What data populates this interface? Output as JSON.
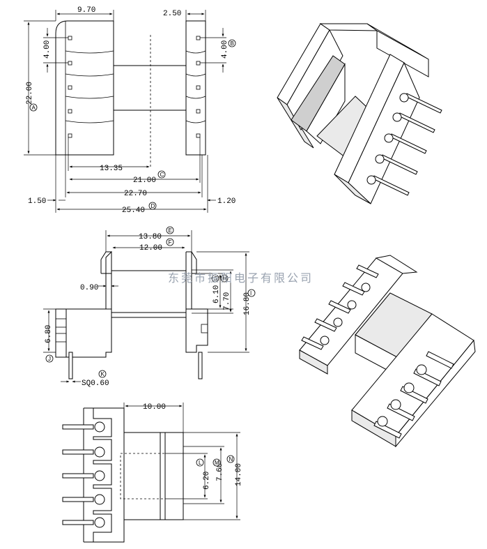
{
  "top_view": {
    "d_9_70": "9.70",
    "d_2_50": "2.50",
    "d_22_00": "22.00",
    "d_4_00_left": "4.00",
    "d_4_00_right": "4.00",
    "d_13_35": "13.35",
    "d_21_00": "21.00",
    "d_22_70": "22.70",
    "d_25_40": "25.40",
    "d_1_50": "1.50",
    "d_1_20": "1.20",
    "ref_A": "A",
    "ref_B": "B",
    "ref_C": "C",
    "ref_D": "D"
  },
  "side_view": {
    "d_13_80": "13.80",
    "d_12_00": "12.00",
    "d_0_90": "0.90",
    "d_6_10": "6.10",
    "d_7_70": "7.70",
    "d_16_80": "16.80",
    "d_6_80": "6.80",
    "d_sq": "SQ0.60",
    "ref_E": "E",
    "ref_F": "F",
    "ref_G": "G",
    "ref_H": "H",
    "ref_I": "I",
    "ref_J": "J",
    "ref_K": "K"
  },
  "front_view": {
    "d_10_00": "10.00",
    "d_6_20": "6.20",
    "d_7_60": "7.60",
    "d_14_00": "14.00",
    "ref_L": "L",
    "ref_M": "M",
    "ref_N": "N"
  },
  "watermark": "东莞市振阳电子有限公司"
}
